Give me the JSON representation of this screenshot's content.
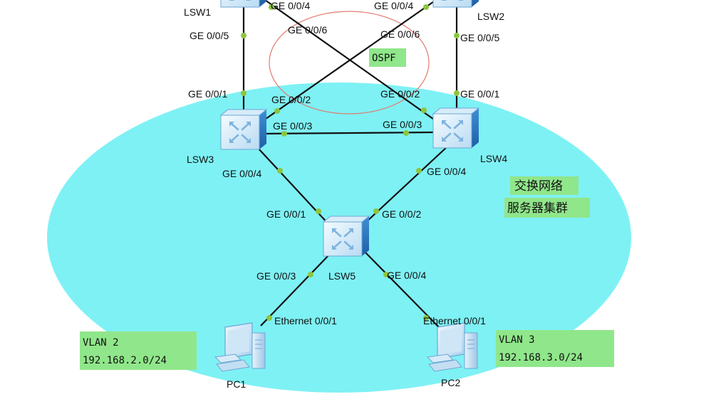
{
  "colors": {
    "cluster_fill": "#7ef1f4",
    "ospf_ring": "#e07a6e",
    "note_bg": "#90e68a",
    "port_dot": "#8dc63f"
  },
  "devices": {
    "lsw1": "LSW1",
    "lsw2": "LSW2",
    "lsw3": "LSW3",
    "lsw4": "LSW4",
    "lsw5": "LSW5",
    "pc1": "PC1",
    "pc2": "PC2"
  },
  "ports": {
    "lsw1_ge004": "GE 0/0/4",
    "lsw1_ge006": "GE 0/0/6",
    "lsw1_ge005": "GE 0/0/5",
    "lsw2_ge004": "GE 0/0/4",
    "lsw2_ge006": "GE 0/0/6",
    "lsw2_ge005": "GE 0/0/5",
    "lsw3_ge001": "GE 0/0/1",
    "lsw3_ge002": "GE 0/0/2",
    "lsw3_ge003": "GE 0/0/3",
    "lsw3_ge004": "GE 0/0/4",
    "lsw4_ge001": "GE 0/0/1",
    "lsw4_ge002": "GE 0/0/2",
    "lsw4_ge003": "GE 0/0/3",
    "lsw4_ge004": "GE 0/0/4",
    "lsw5_ge001": "GE 0/0/1",
    "lsw5_ge002": "GE 0/0/2",
    "lsw5_ge003": "GE 0/0/3",
    "lsw5_ge004": "GE 0/0/4",
    "pc1_eth": "Ethernet 0/0/1",
    "pc2_eth": "Ethernet 0/0/1"
  },
  "labels": {
    "ospf": "OSPF",
    "cluster_line1": "交换网络",
    "cluster_line2": "服务器集群",
    "vlan2_name": "VLAN 2",
    "vlan2_net": "192.168.2.0/24",
    "vlan3_name": "VLAN 3",
    "vlan3_net": "192.168.3.0/24"
  }
}
